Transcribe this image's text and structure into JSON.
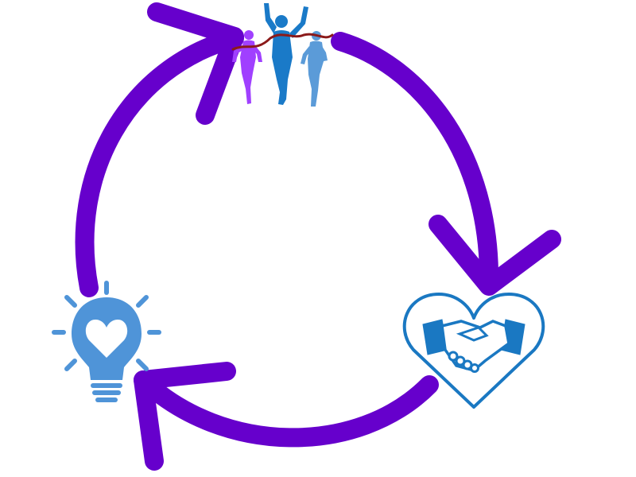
{
  "diagram": {
    "type": "cycle",
    "direction": "clockwise",
    "nodes": [
      {
        "id": "finish-line",
        "icon": "runners-finish-line-icon"
      },
      {
        "id": "partnership",
        "icon": "heart-handshake-icon"
      },
      {
        "id": "idea",
        "icon": "lightbulb-heart-icon"
      }
    ],
    "edges": [
      {
        "from": "finish-line",
        "to": "partnership"
      },
      {
        "from": "partnership",
        "to": "idea"
      },
      {
        "from": "idea",
        "to": "finish-line"
      }
    ]
  },
  "colors": {
    "arrow": "#6600cc",
    "runner_left": "#a040ff",
    "runner_center": "#1a7ac8",
    "runner_right": "#5b9bd8",
    "finish_tape": "#8b1a1a",
    "heart_outline": "#1a78c2",
    "handshake": "#1a78c2",
    "lightbulb": "#4f94d8"
  }
}
